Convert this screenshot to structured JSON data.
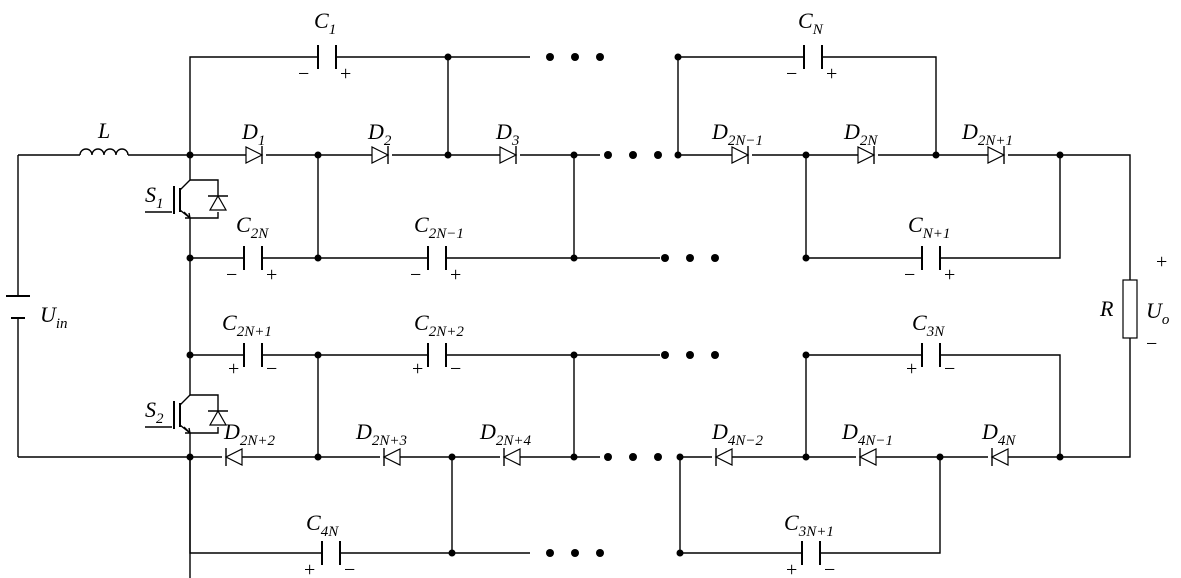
{
  "labels": {
    "L": "L",
    "S1": [
      "S",
      "1"
    ],
    "S2": [
      "S",
      "2"
    ],
    "Uin": [
      "U",
      "in"
    ],
    "R": "R",
    "Uo": [
      "U",
      "o"
    ],
    "C1": [
      "C",
      "1"
    ],
    "CN": [
      "C",
      "N"
    ],
    "C2N": [
      "C",
      "2N"
    ],
    "C2N_1": [
      "C",
      "2N−1"
    ],
    "CN1": [
      "C",
      "N+1"
    ],
    "C2N1": [
      "C",
      "2N+1"
    ],
    "C2N2": [
      "C",
      "2N+2"
    ],
    "C3N": [
      "C",
      "3N"
    ],
    "C4N": [
      "C",
      "4N"
    ],
    "C3N1": [
      "C",
      "3N+1"
    ],
    "D1": [
      "D",
      "1"
    ],
    "D2": [
      "D",
      "2"
    ],
    "D3": [
      "D",
      "3"
    ],
    "D2N_1": [
      "D",
      "2N−1"
    ],
    "D2N": [
      "D",
      "2N"
    ],
    "D2N1": [
      "D",
      "2N+1"
    ],
    "D2N2": [
      "D",
      "2N+2"
    ],
    "D2N3": [
      "D",
      "2N+3"
    ],
    "D2N4": [
      "D",
      "2N+4"
    ],
    "D4N_2": [
      "D",
      "4N−2"
    ],
    "D4N_1": [
      "D",
      "4N−1"
    ],
    "D4N": [
      "D",
      "4N"
    ]
  },
  "signs": {
    "plus": "+",
    "minus": "−"
  },
  "ellipsis": "• • •"
}
